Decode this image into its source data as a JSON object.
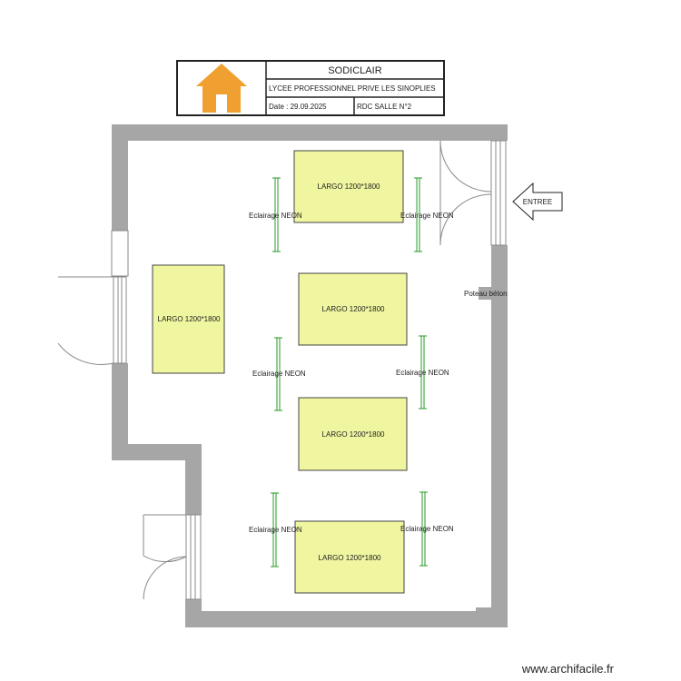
{
  "title_block": {
    "company": "SODICLAIR",
    "project": "LYCEE PROFESSIONNEL PRIVE LES SINOPLIES",
    "date": "Date : 29.09.2025",
    "room": "RDC SALLE N°2",
    "logo_color": "#f0a030"
  },
  "tables": [
    {
      "label": "LARGO 1200*1800"
    },
    {
      "label": "LARGO 1200*1800"
    },
    {
      "label": "LARGO 1200*1800"
    },
    {
      "label": "LARGO 1200*1800"
    },
    {
      "label": "LARGO 1200*1800"
    }
  ],
  "lights": [
    {
      "label": "Eclairage NEON"
    },
    {
      "label": "Eclairage NEON"
    },
    {
      "label": "Eclairage NEON"
    },
    {
      "label": "Eclairage NEON"
    },
    {
      "label": "Eclairage NEON"
    },
    {
      "label": "Eclairage NEON"
    }
  ],
  "entrance_label": "ENTREE",
  "post_label": "Poteau béton",
  "watermark": "www.archifacile.fr",
  "colors": {
    "wall": "#a6a6a6",
    "table_fill": "#f0f5a0",
    "light": "#2a9a2a"
  }
}
